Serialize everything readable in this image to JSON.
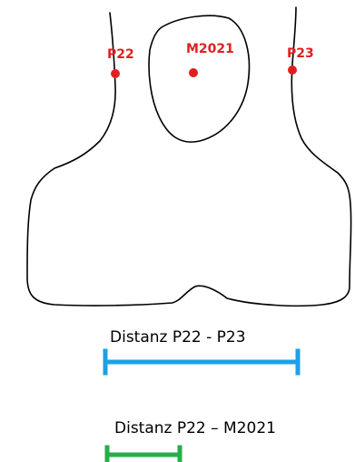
{
  "points": [
    {
      "id": "P22",
      "label": "P22"
    },
    {
      "id": "M2021",
      "label": "M2021"
    },
    {
      "id": "P23",
      "label": "P23"
    }
  ],
  "distances": [
    {
      "label": "Distanz P22 - P23",
      "color": "#1ea0e6"
    },
    {
      "label": "Distanz P22 – M2021",
      "color": "#27ae4a"
    }
  ],
  "colors": {
    "point": "#e02020",
    "outline": "#000000",
    "text": "#000000"
  }
}
